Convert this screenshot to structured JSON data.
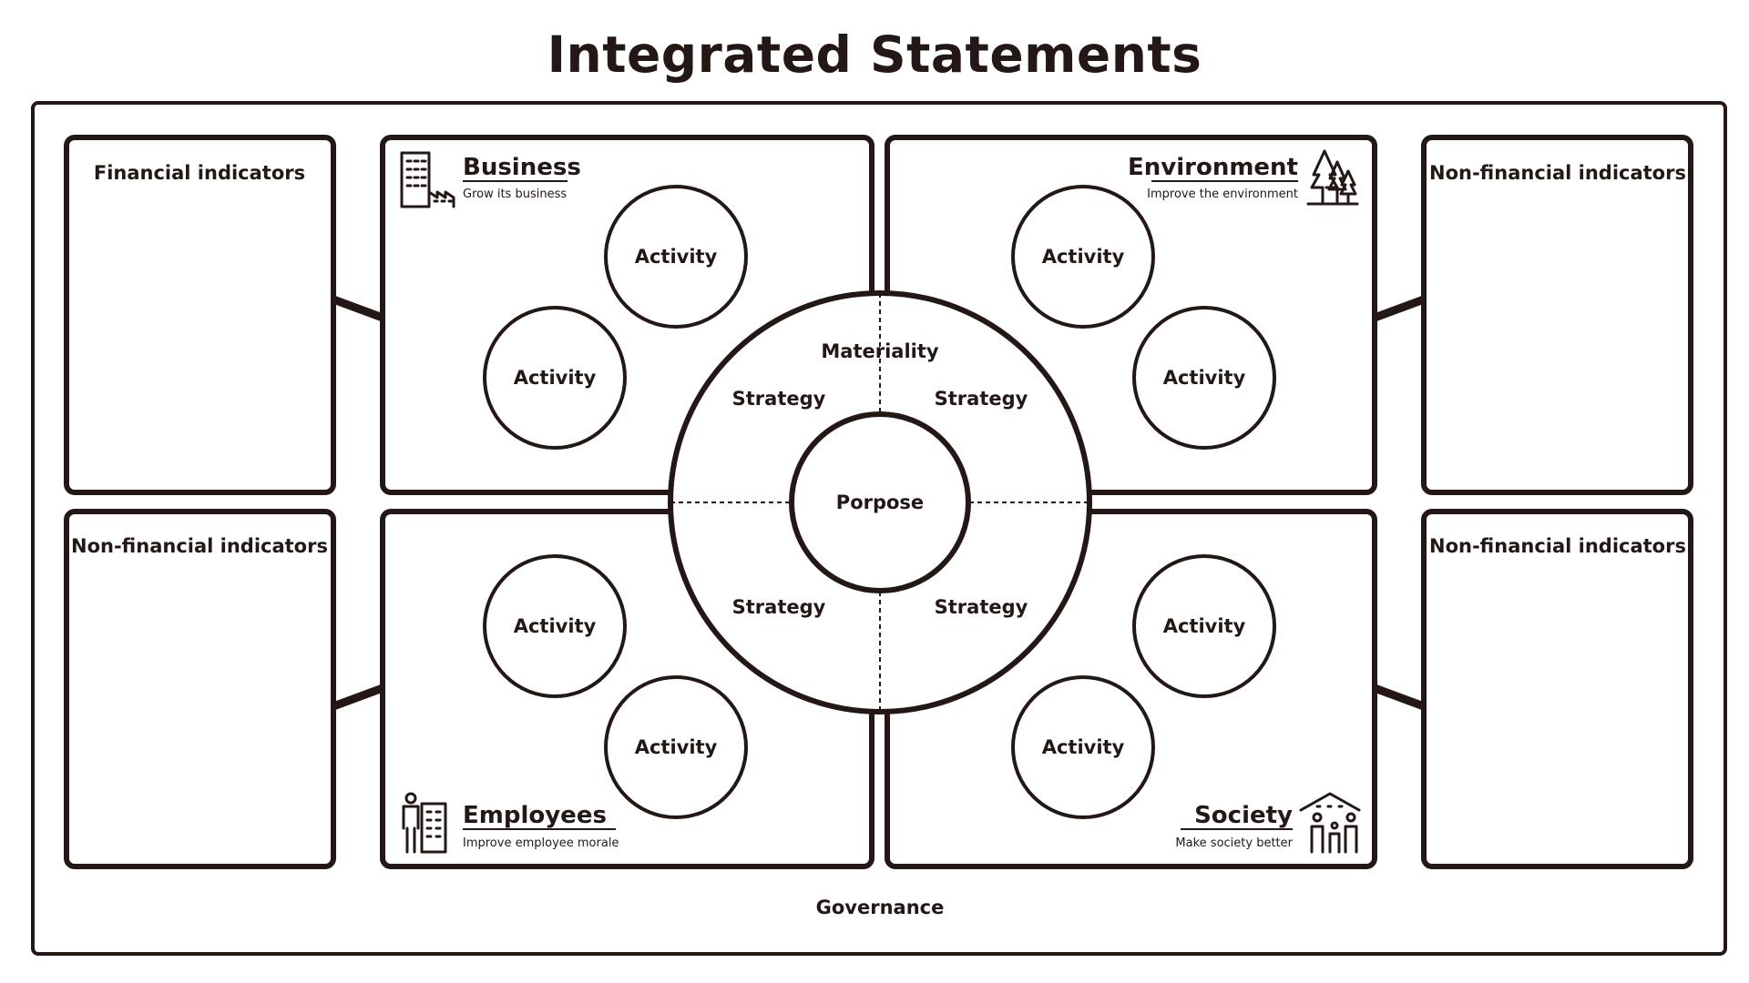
{
  "title": "Integrated Statements",
  "governance": "Governance",
  "indicators": {
    "top_left": "Financial indicators",
    "bottom_left": "Non-financial indicators",
    "top_right": "Non-financial indicators",
    "bottom_right": "Non-financial indicators"
  },
  "quadrants": {
    "business": {
      "title": "Business",
      "subtitle": "Grow its business",
      "icon": "factory-building-icon"
    },
    "environment": {
      "title": "Environment",
      "subtitle": "Improve the environment",
      "icon": "trees-icon"
    },
    "employees": {
      "title": "Employees",
      "subtitle": "Improve employee morale",
      "icon": "person-building-icon"
    },
    "society": {
      "title": "Society",
      "subtitle": "Make society better",
      "icon": "family-house-icon"
    }
  },
  "activity_label": "Activity",
  "center": {
    "materiality": "Materiality",
    "strategy": "Strategy",
    "purpose": "Porpose"
  },
  "colors": {
    "ink": "#231815",
    "background": "#ffffff"
  }
}
